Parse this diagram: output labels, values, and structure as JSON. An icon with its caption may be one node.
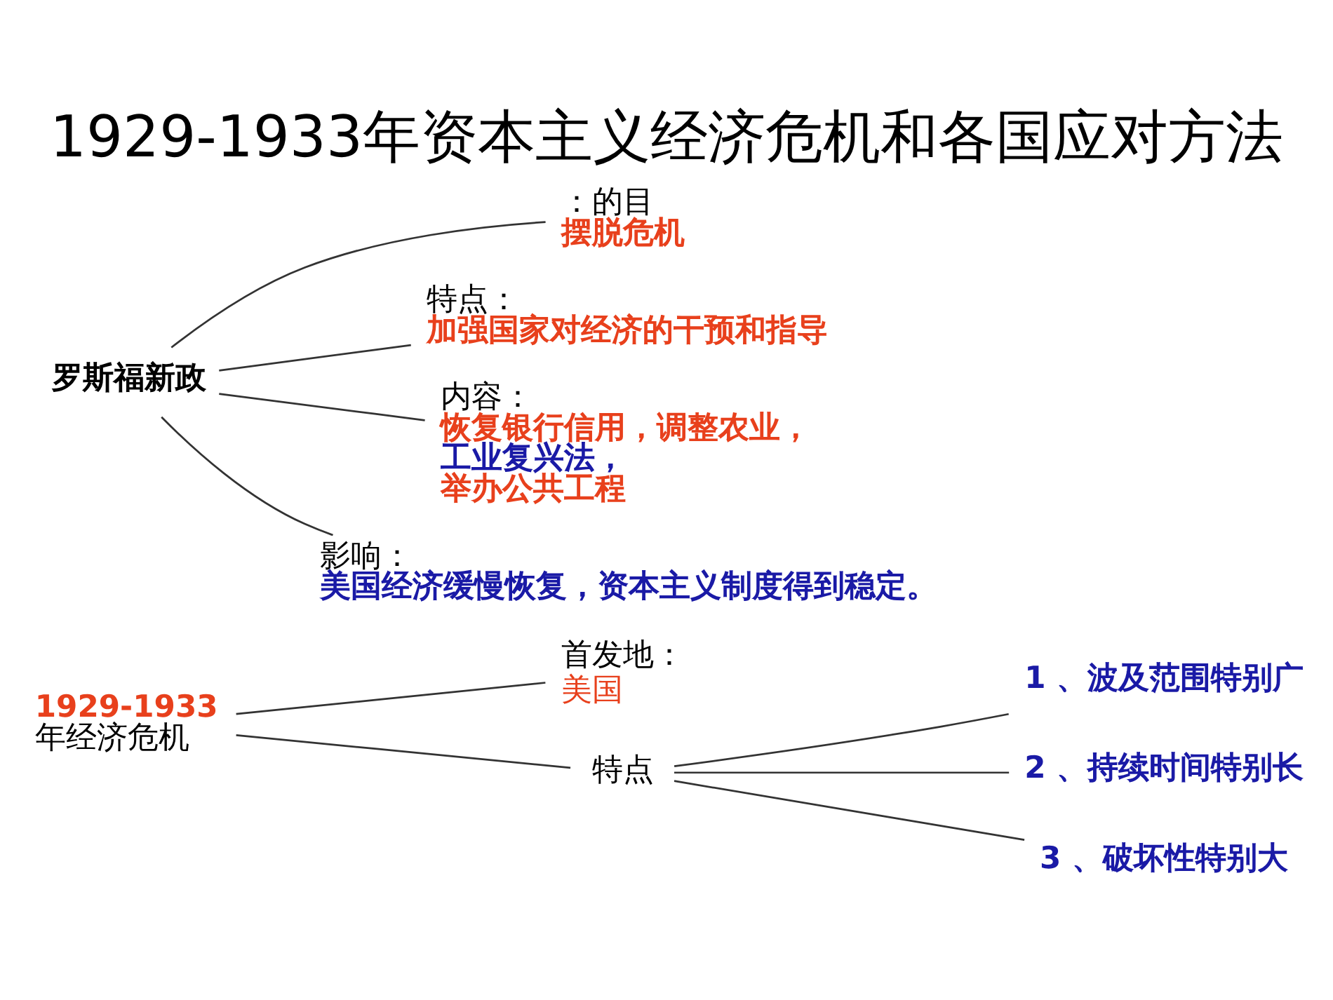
{
  "diagram": {
    "title": "1929-1933年资本主义经济危机和各国应对方法",
    "nodes": [
      {
        "text": [
          "1929-1933",
          "年经济危机"
        ]
      },
      {
        "text": [
          "首发地：",
          "美国"
        ]
      },
      {
        "text": [
          "特点"
        ]
      },
      {
        "text": [
          "1 、波及范围特别广"
        ]
      },
      {
        "text": [
          "2 、持续时间特别长"
        ]
      },
      {
        "text": [
          "3 、破坏性特别大"
        ]
      },
      {
        "text": [
          "罗斯福新政"
        ]
      },
      {
        "text": [
          "：的目",
          "摆脱危机"
        ]
      },
      {
        "text": [
          "特点：",
          "加强国家对经济的干预和指导"
        ]
      },
      {
        "text": [
          "内容：",
          "恢复银行信用，调整农业，",
          "工业复兴法，",
          "举办公共工程"
        ]
      },
      {
        "text": [
          "影响：",
          "美国经济缓慢恢复，资本主义制度得到稳定。"
        ]
      }
    ],
    "edges": [
      {
        "from": 0,
        "to": 1,
        "arrow": "none"
      },
      {
        "from": 0,
        "to": 2,
        "arrow": "none"
      },
      {
        "from": 2,
        "to": 3,
        "arrow": "none"
      },
      {
        "from": 2,
        "to": 4,
        "arrow": "none"
      },
      {
        "from": 2,
        "to": 5,
        "arrow": "none"
      },
      {
        "from": 6,
        "to": 7,
        "arrow": "none"
      },
      {
        "from": 6,
        "to": 8,
        "arrow": "none"
      },
      {
        "from": 6,
        "to": 9,
        "arrow": "none"
      },
      {
        "from": 6,
        "to": 10,
        "arrow": "none"
      }
    ]
  }
}
